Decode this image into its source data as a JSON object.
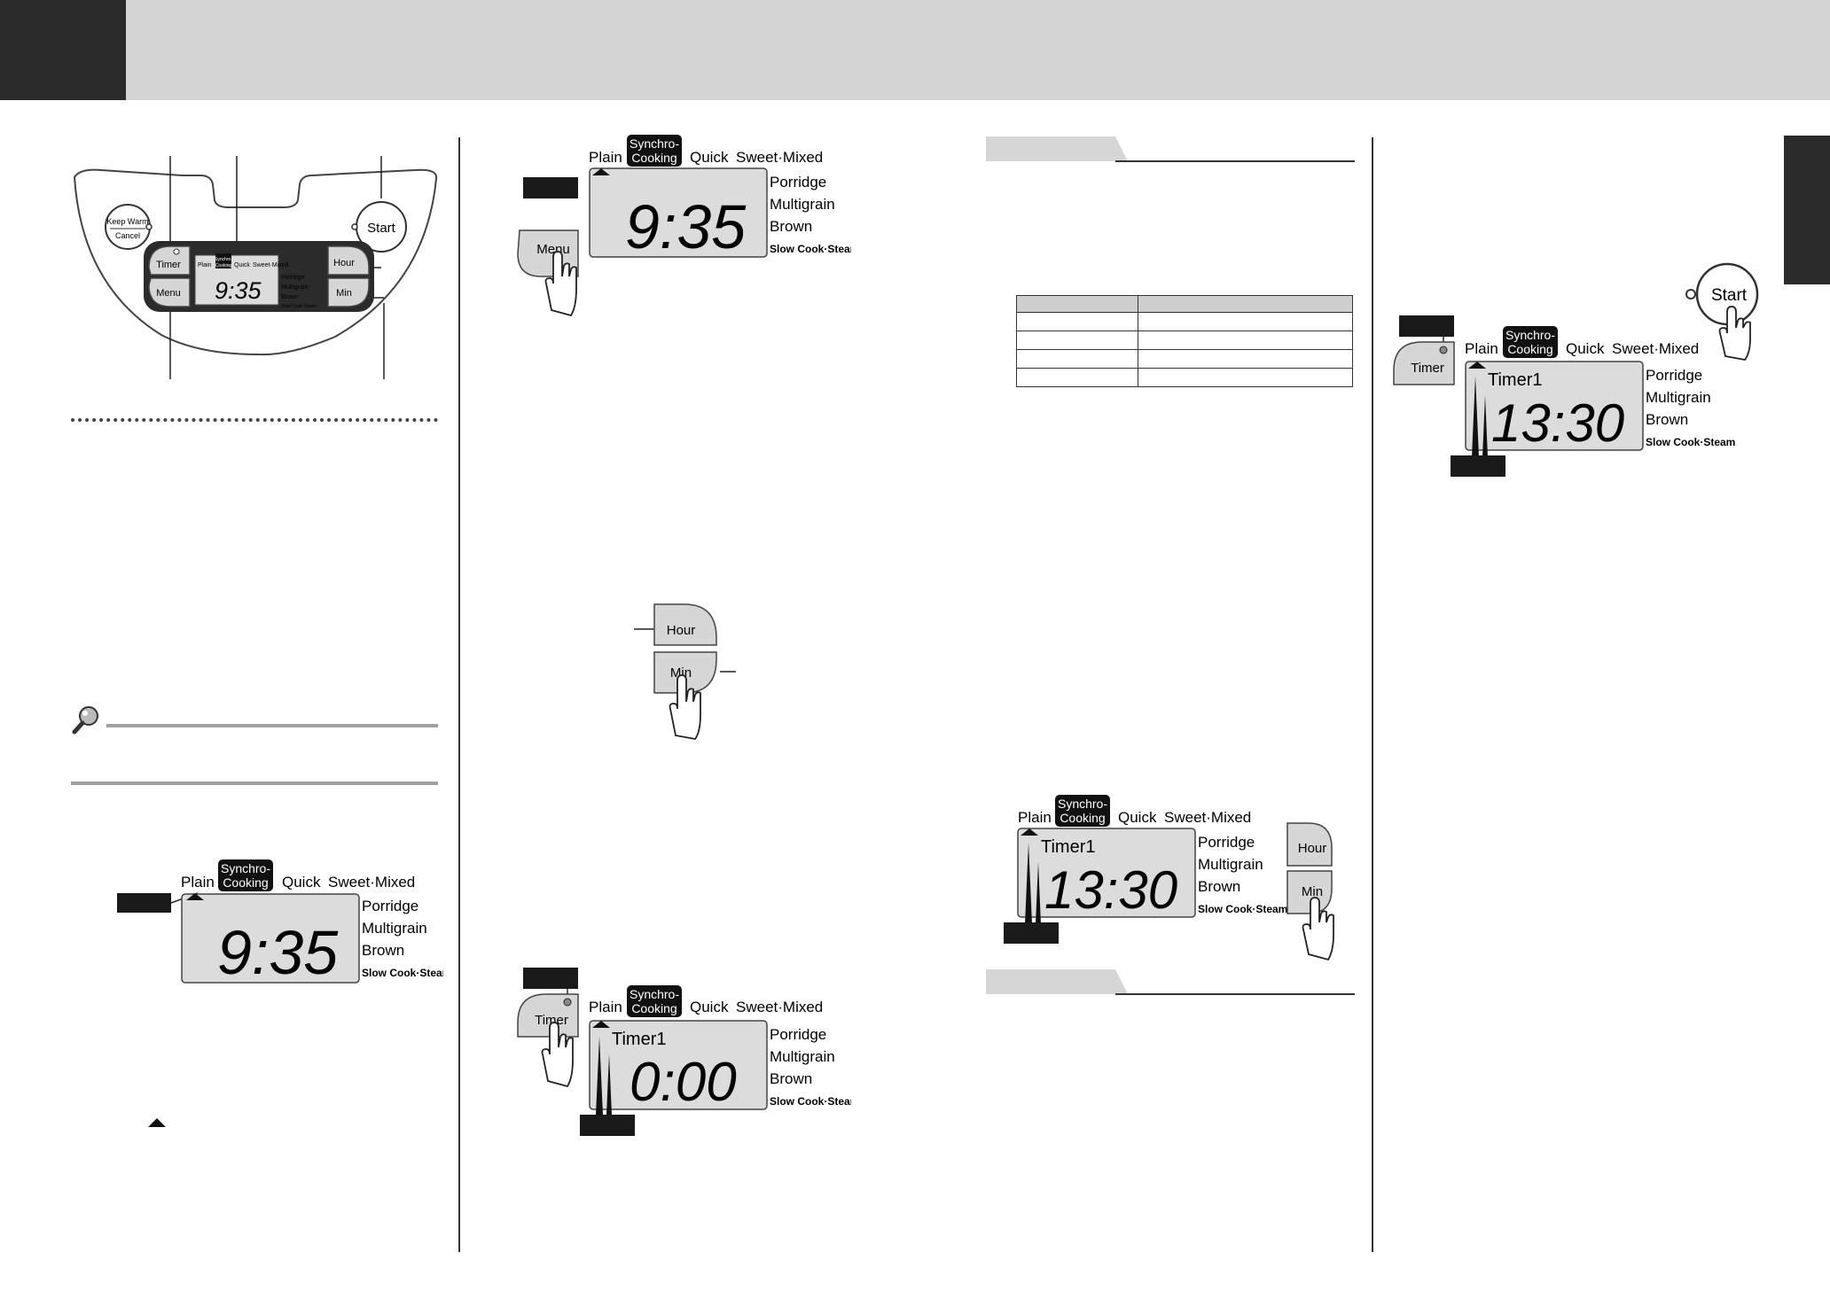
{
  "panel": {
    "keep_warm": "Keep Warm",
    "cancel": "Cancel",
    "start": "Start",
    "timer": "Timer",
    "menu": "Menu",
    "hour": "Hour",
    "min": "Min"
  },
  "display": {
    "menu_top": [
      "Plain",
      "Quick",
      "Sweet·Mixed"
    ],
    "synchro_1": "Synchro-",
    "synchro_2": "Cooking",
    "menu_right": [
      "Porridge",
      "Multigrain",
      "Brown",
      "Slow Cook·Steam"
    ],
    "timer_label": "Timer1",
    "clock": "9:35",
    "timer_zero": "0:00",
    "timer_set": "13:30"
  },
  "colors": {
    "header_band": "#d4d4d4",
    "header_tab": "#2a2a2a",
    "lcd": "#dcdcdc",
    "button": "#d6d6d6"
  }
}
